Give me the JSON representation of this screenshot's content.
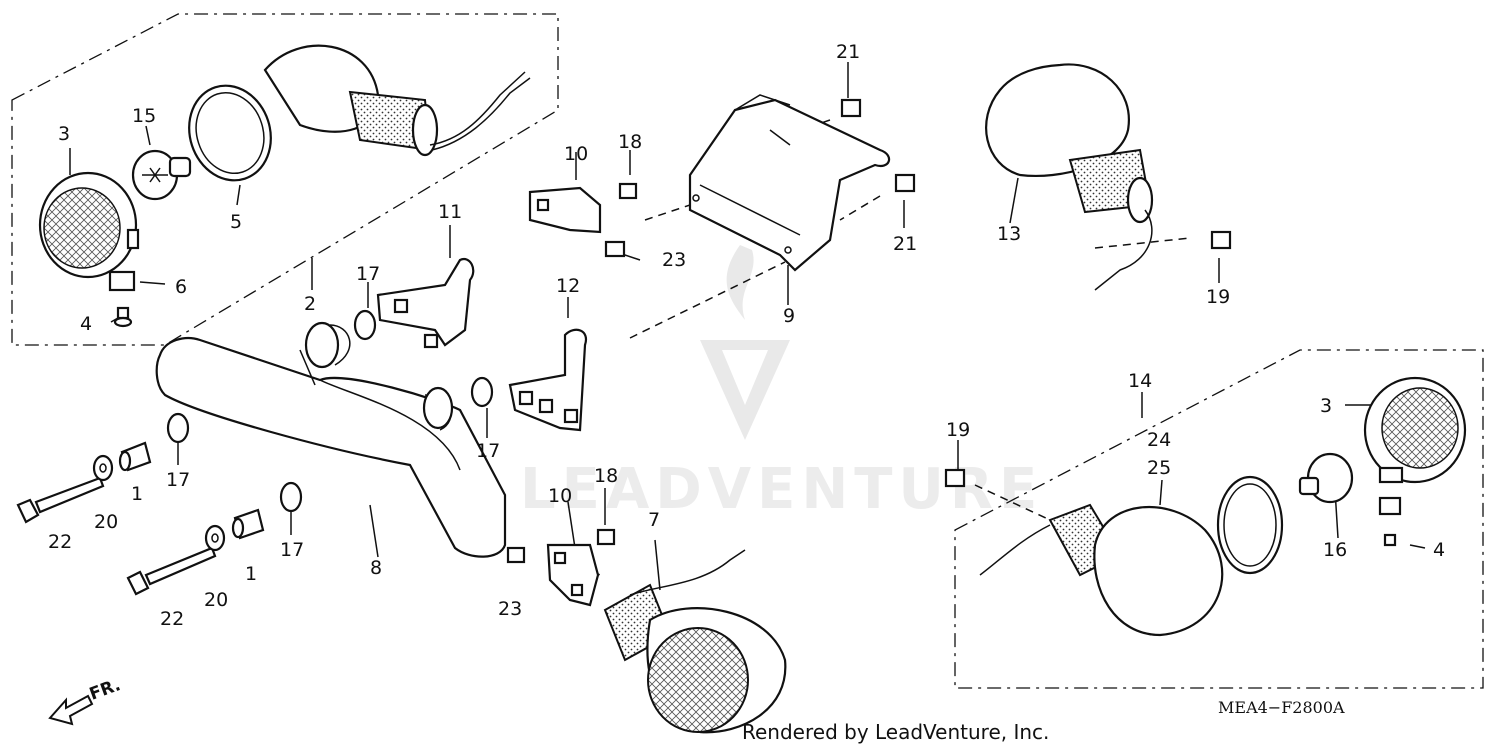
{
  "watermark": {
    "brand": "LEADVENTURE"
  },
  "diagram_code": "MEA4−F2800A",
  "credit": "Rendered by LeadVenture, Inc.",
  "direction_marker": {
    "label": "FR."
  },
  "callouts": {
    "c1a": "1",
    "c1b": "1",
    "c2": "2",
    "c3a": "3",
    "c3b": "3",
    "c4a": "4",
    "c4b": "4",
    "c5": "5",
    "c6": "6",
    "c7": "7",
    "c8": "8",
    "c9": "9",
    "c10a": "10",
    "c10b": "10",
    "c11": "11",
    "c12": "12",
    "c13": "13",
    "c14": "14",
    "c15": "15",
    "c16": "16",
    "c17a": "17",
    "c17b": "17",
    "c17c": "17",
    "c17d": "17",
    "c18a": "18",
    "c18b": "18",
    "c19a": "19",
    "c19b": "19",
    "c20a": "20",
    "c20b": "20",
    "c21a": "21",
    "c21b": "21",
    "c22a": "22",
    "c22b": "22",
    "c23a": "23",
    "c23b": "23",
    "c24": "24",
    "c25": "25"
  }
}
